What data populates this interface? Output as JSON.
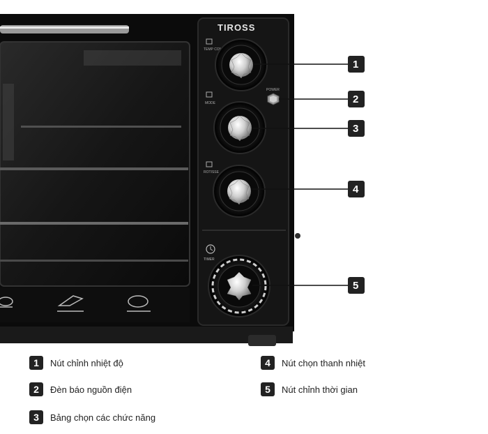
{
  "brand": "TIROSS",
  "panel_labels": {
    "knob1_label": "TEMP CONTROL",
    "knob2_label": "MODE",
    "power_label": "POWER",
    "knob3_label": "ROTISSE",
    "timer_label": "TIMER"
  },
  "callouts": [
    {
      "number": "1",
      "text": "Nút chỉnh nhiệt độ"
    },
    {
      "number": "2",
      "text": "Đèn báo nguồn điện"
    },
    {
      "number": "3",
      "text": "Bảng chọn các chức năng"
    },
    {
      "number": "4",
      "text": "Nút chọn thanh nhiệt"
    },
    {
      "number": "5",
      "text": "Nút chỉnh thời gian"
    }
  ],
  "colors": {
    "oven_body": "#0b0b0b",
    "panel": "#151515",
    "knob_chrome": "#d9d9d9",
    "badge": "#222222"
  }
}
